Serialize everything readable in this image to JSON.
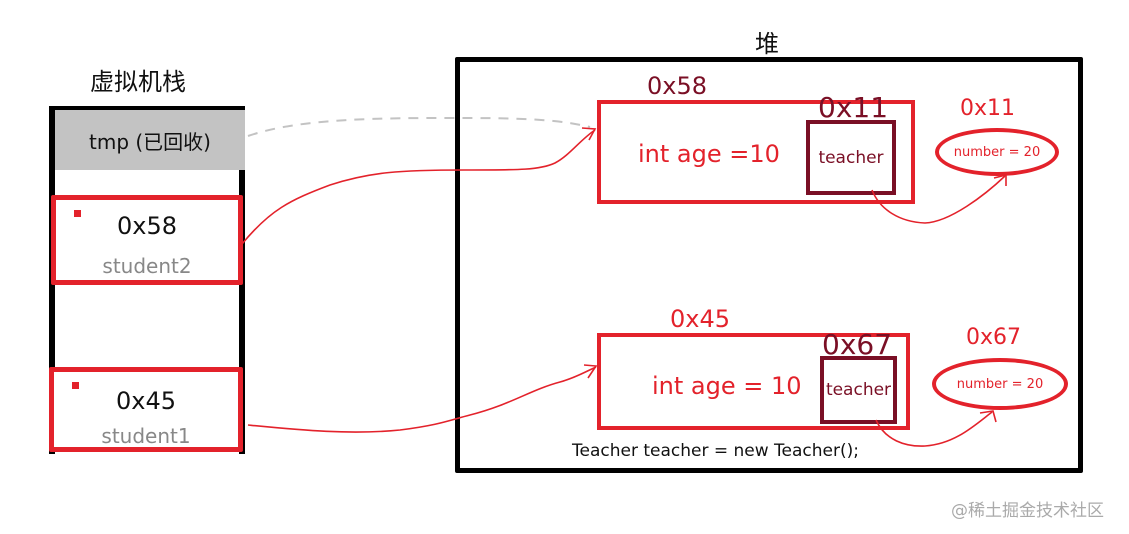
{
  "stack": {
    "title": "虚拟机栈",
    "tmp_label": "tmp (已回收)",
    "slots": [
      {
        "address": "0x58",
        "variable": "student2"
      },
      {
        "address": "0x45",
        "variable": "student1"
      }
    ]
  },
  "heap": {
    "title": "堆",
    "objects": [
      {
        "address": "0x58",
        "field": "int age =10",
        "ref_address": "0x11",
        "ref_field": "teacher",
        "target": {
          "address": "0x11",
          "value": "number = 20"
        }
      },
      {
        "address": "0x45",
        "field": "int age = 10",
        "ref_address": "0x67",
        "ref_field": "teacher",
        "target": {
          "address": "0x67",
          "value": "number = 20"
        }
      }
    ],
    "code_note": "Teacher teacher = new Teacher();"
  },
  "watermark": "@稀土掘金技术社区",
  "colors": {
    "accent_red": "#e3222b",
    "dark_red": "#7a0f25",
    "gray": "#c3c3c3",
    "black": "#000000"
  }
}
